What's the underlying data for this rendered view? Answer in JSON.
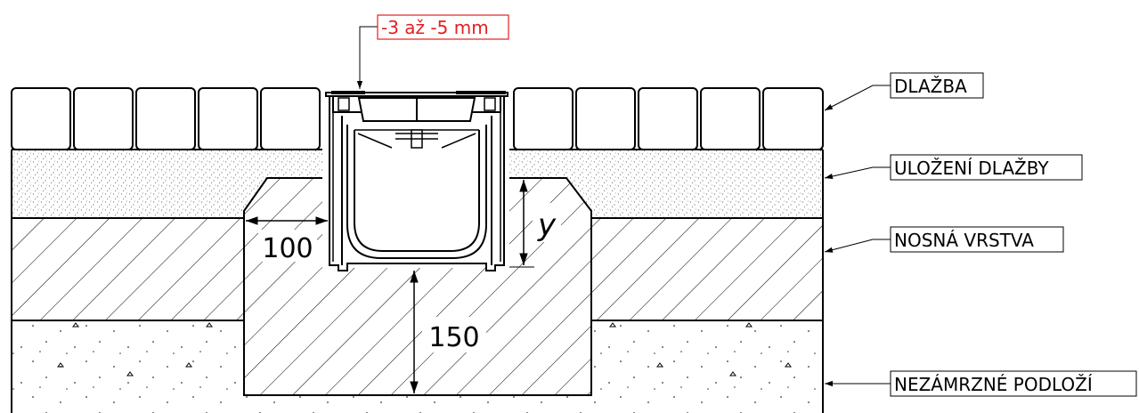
{
  "tolerance_note": "-3 až -5 mm",
  "layers": [
    {
      "id": "paving",
      "label": "DLAŽBA"
    },
    {
      "id": "bedding",
      "label": "ULOŽENÍ DLAŽBY"
    },
    {
      "id": "base",
      "label": "NOSNÁ VRSTVA"
    },
    {
      "id": "subgrade",
      "label": "NEZÁMRZNÉ PODLOŽÍ"
    }
  ],
  "dimensions": {
    "side_width": "100",
    "bottom_depth": "150",
    "channel_depth": "y"
  },
  "colors": {
    "line": "#000000",
    "accent": "#e32020",
    "background": "#ffffff"
  }
}
